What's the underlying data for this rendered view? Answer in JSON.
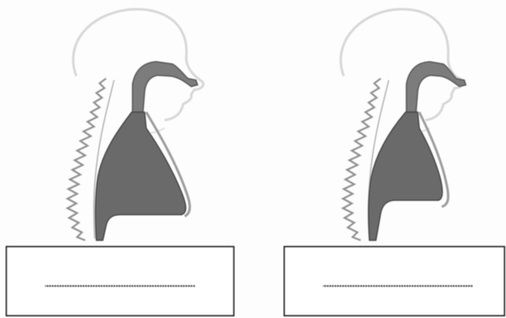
{
  "colors": {
    "background": "#fdfdfd",
    "skull_outline": "#d7d7d7",
    "airway_fill": "#6a6a6a",
    "airway_fill_light": "#7b7b7b",
    "spine_stroke": "#8f8f8f",
    "box_stroke": "#2a2a2a",
    "dotted_line": "#333333"
  },
  "figures": [
    {
      "id": "left",
      "icon": "head-neck-airway-sagittal-icon",
      "caption": "",
      "airway_volume_level": "large"
    },
    {
      "id": "right",
      "icon": "head-neck-airway-sagittal-icon",
      "caption": "",
      "airway_volume_level": "smaller"
    }
  ]
}
